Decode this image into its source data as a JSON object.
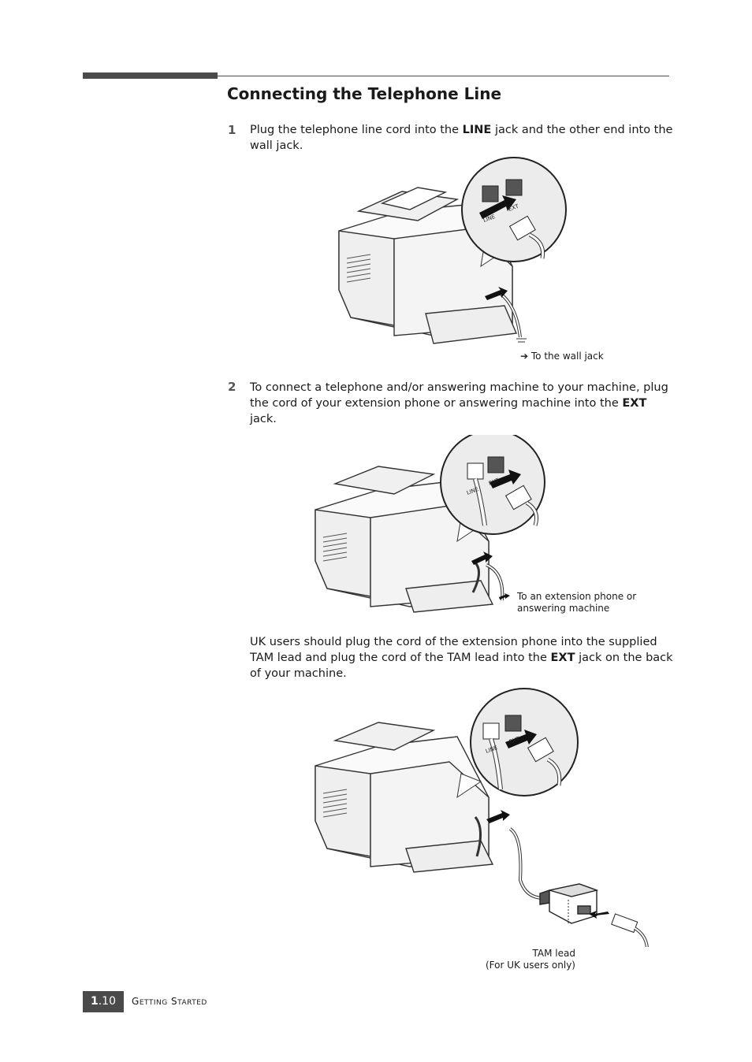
{
  "heading": "Connecting the Telephone Line",
  "steps": [
    {
      "number": "1",
      "text_before": "Plug the telephone line cord into the ",
      "bold": "LINE",
      "text_after": " jack and the other end into the wall jack.",
      "caption": "➔ To the wall jack"
    },
    {
      "number": "2",
      "text_before": "To connect a telephone and/or answering machine to your machine, plug the cord of your extension phone or answering machine into the ",
      "bold": "EXT",
      "text_after": " jack.",
      "caption_line1": "To an extension phone or",
      "caption_line2": "answering machine"
    }
  ],
  "uk_note": {
    "text_before": "UK users should plug the cord of the extension phone into the supplied TAM lead and plug the cord of the TAM lead into the ",
    "bold": "EXT",
    "text_after": " jack on the back of your machine.",
    "caption_line1": "TAM lead",
    "caption_line2": "(For UK users only)"
  },
  "jack_labels": {
    "line": "LINE",
    "ext": "EXT"
  },
  "footer": {
    "page_bold": "1",
    "page_rest": ".10",
    "section_g": "G",
    "section_etting": "ETTING",
    "section_s": "S",
    "section_tarted": "TARTED"
  },
  "colors": {
    "rule": "#4a4a4a",
    "ink": "#1a1a1a"
  }
}
